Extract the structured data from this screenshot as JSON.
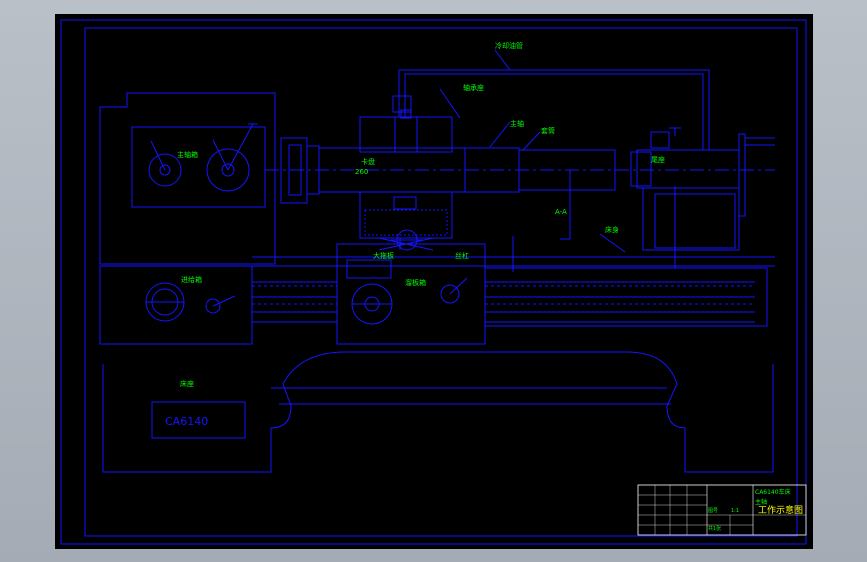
{
  "drawing": {
    "model_label": "CA6140",
    "labels": {
      "top_pipe": "冷却油管",
      "upper_bearing": "轴承座",
      "spindle": "主轴",
      "sleeve": "套筒",
      "tailstock": "尾座",
      "headstock": "主轴箱",
      "chuck_label": "卡盘",
      "bed": "床身",
      "feed_box": "进给箱",
      "carriage": "溜板箱",
      "saddle": "大拖板",
      "leadscrew": "丝杠",
      "base": "床座",
      "dim_left": "260",
      "dim_right": "A-A"
    }
  },
  "title_block": {
    "title": "工作示意图",
    "name_line1": "CA6140车床",
    "name_line2": "主轴",
    "code": "图号",
    "scale": "1:1",
    "sheet": "共1张"
  },
  "colors": {
    "line": "#1515ff",
    "green": "#00ff00",
    "yellow": "#ffff00",
    "white": "#ffffff",
    "bg": "#000000"
  }
}
